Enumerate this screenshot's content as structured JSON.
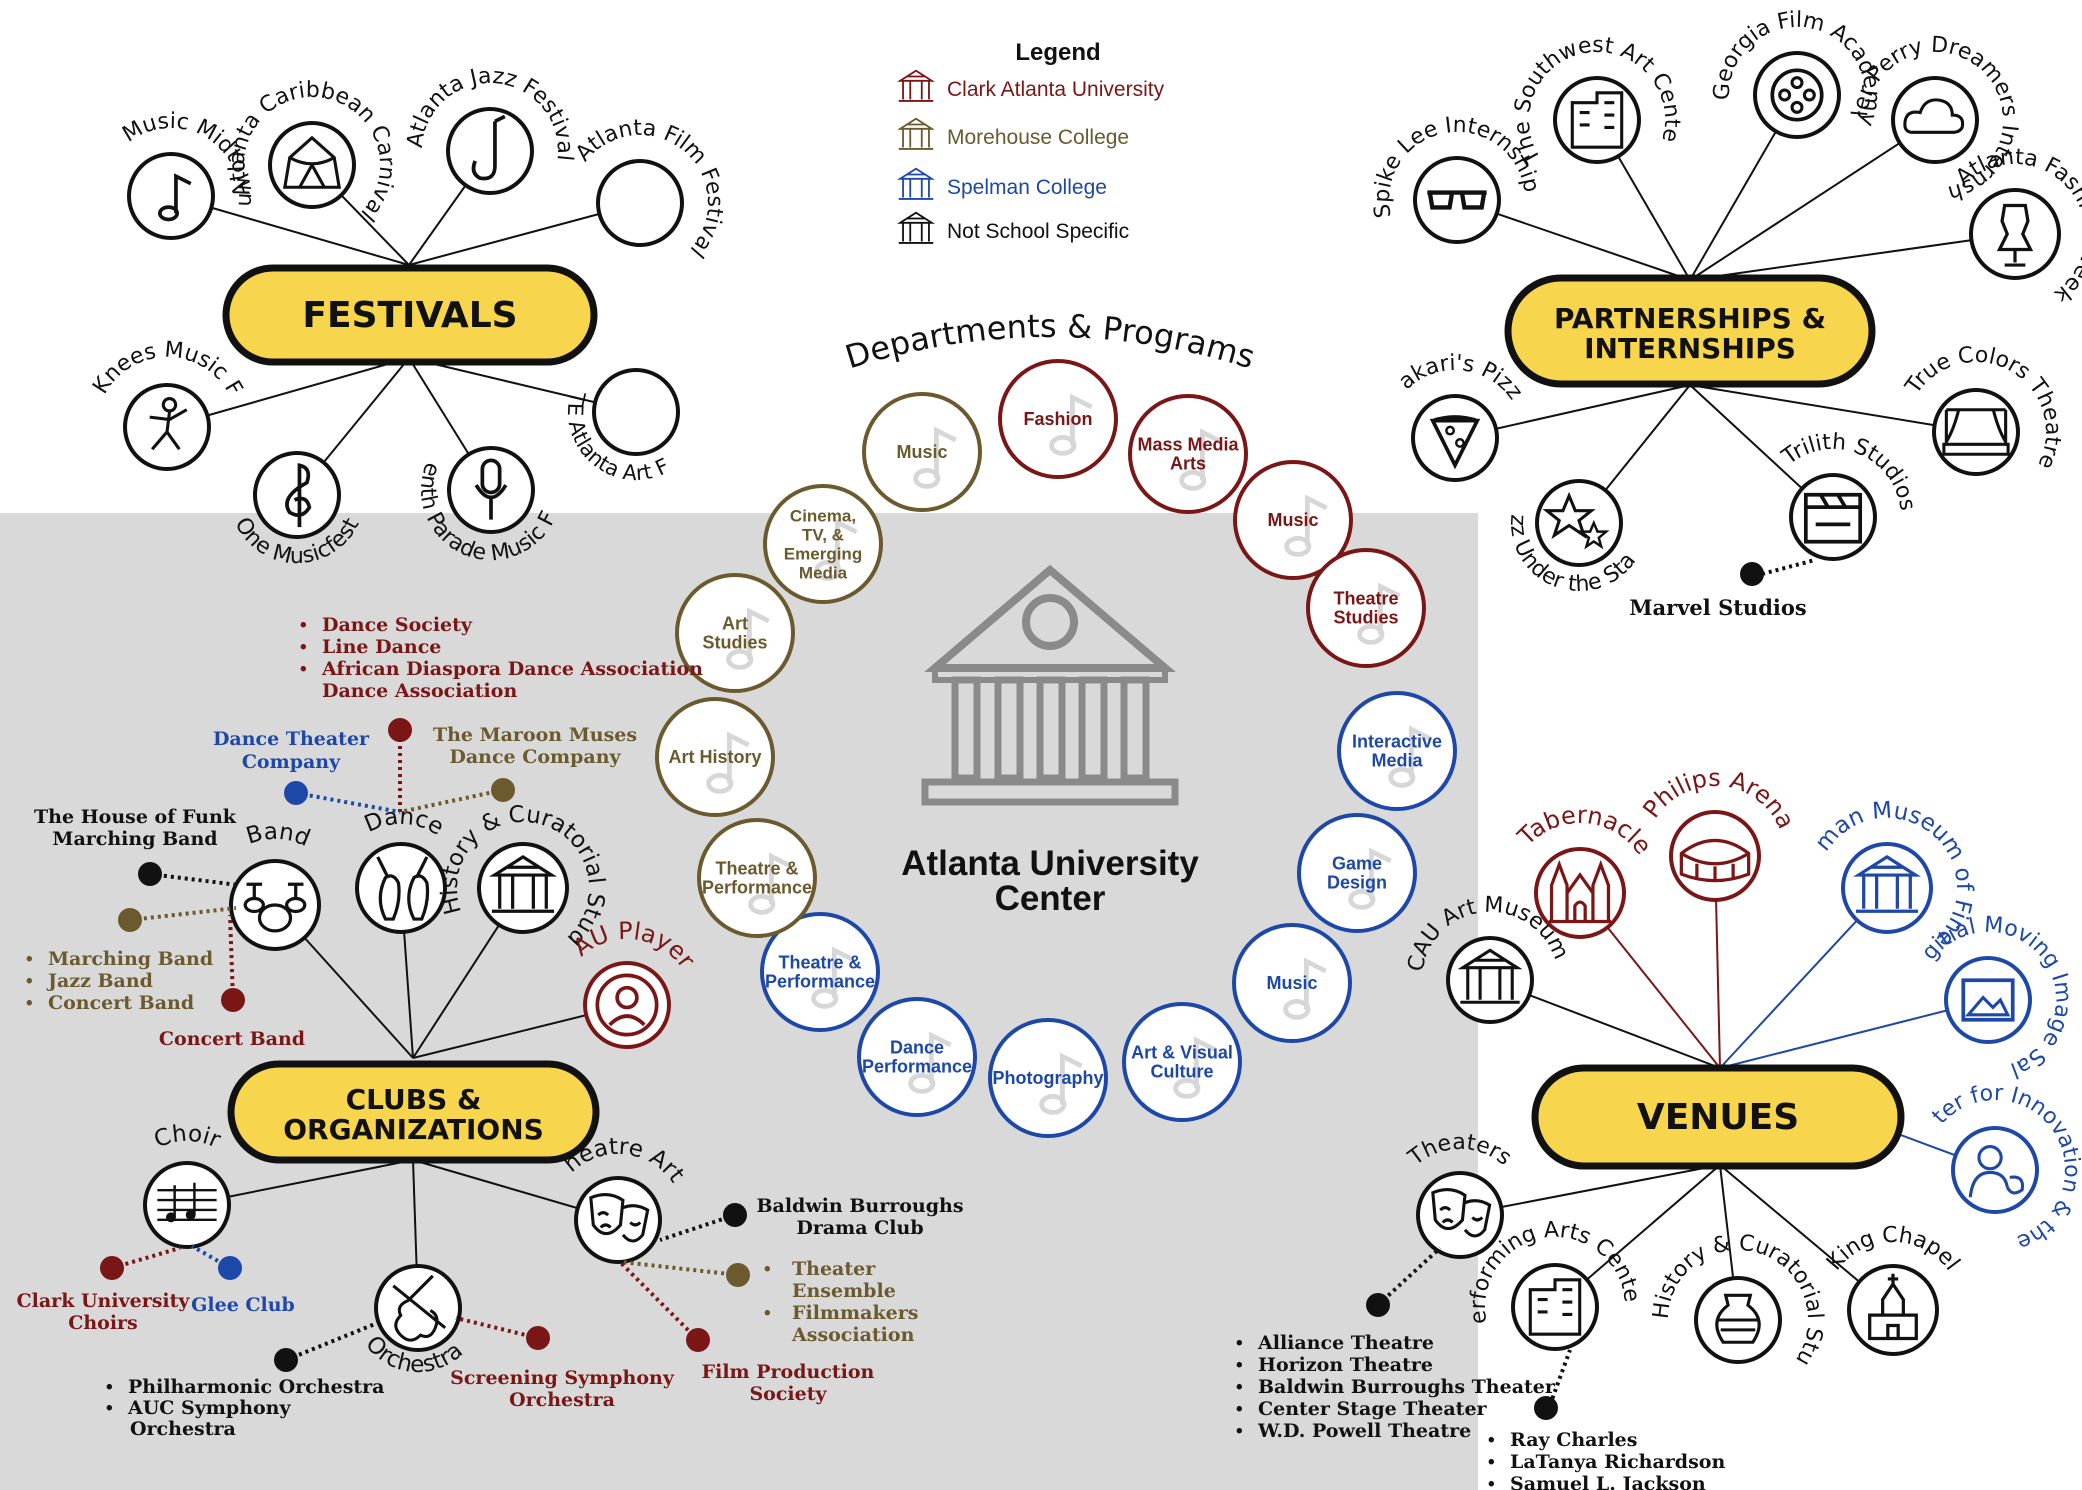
{
  "legend": {
    "title": "Legend",
    "items": [
      {
        "label": "Clark Atlanta University",
        "color": "#7a1616"
      },
      {
        "label": "Morehouse College",
        "color": "#6b5a2e"
      },
      {
        "label": "Spelman College",
        "color": "#1e48a8"
      },
      {
        "label": "Not School Specific",
        "color": "#111111"
      }
    ]
  },
  "colors": {
    "cau": "#7a1616",
    "mh": "#6b5a2e",
    "sp": "#1e48a8",
    "ns": "#111111",
    "gold": "#f7d54d",
    "panel": "#d9d9d9"
  },
  "center": {
    "title_line1": "Atlanta University",
    "title_line2": "Center",
    "ring_title": "Departments & Programs"
  },
  "departments": [
    {
      "line1": "Music",
      "line2": "",
      "line3": "",
      "line4": "",
      "school": "mh"
    },
    {
      "line1": "Fashion",
      "line2": "",
      "line3": "",
      "line4": "",
      "school": "cau"
    },
    {
      "line1": "Mass Media",
      "line2": "Arts",
      "line3": "",
      "line4": "",
      "school": "cau"
    },
    {
      "line1": "Music",
      "line2": "",
      "line3": "",
      "line4": "",
      "school": "cau"
    },
    {
      "line1": "Theatre",
      "line2": "Studies",
      "line3": "",
      "line4": "",
      "school": "cau"
    },
    {
      "line1": "Interactive",
      "line2": "Media",
      "line3": "",
      "line4": "",
      "school": "sp"
    },
    {
      "line1": "Game",
      "line2": "Design",
      "line3": "",
      "line4": "",
      "school": "sp"
    },
    {
      "line1": "Music",
      "line2": "",
      "line3": "",
      "line4": "",
      "school": "sp"
    },
    {
      "line1": "Art & Visual",
      "line2": "Culture",
      "line3": "",
      "line4": "",
      "school": "sp"
    },
    {
      "line1": "Photography",
      "line2": "",
      "line3": "",
      "line4": "",
      "school": "sp"
    },
    {
      "line1": "Dance",
      "line2": "Performance",
      "line3": "",
      "line4": "",
      "school": "sp"
    },
    {
      "line1": "Theatre &",
      "line2": "Performance",
      "line3": "",
      "line4": "",
      "school": "sp"
    },
    {
      "line1": "Theatre &",
      "line2": "Performance",
      "line3": "",
      "line4": "",
      "school": "mh"
    },
    {
      "line1": "Art History",
      "line2": "",
      "line3": "",
      "line4": "",
      "school": "mh"
    },
    {
      "line1": "Art",
      "line2": "Studies",
      "line3": "",
      "line4": "",
      "school": "mh"
    },
    {
      "line1": "Cinema,",
      "line2": "TV, &",
      "line3": "Emerging",
      "line4": "Media",
      "school": "mh"
    }
  ],
  "festivals": {
    "title": "FESTIVALS",
    "items": [
      {
        "name": "Music Midtown",
        "icon": "music-note-icon",
        "school": "ns"
      },
      {
        "name": "Atlanta Caribbean Carnival",
        "icon": "circus-tent-icon",
        "school": "ns"
      },
      {
        "name": "Atlanta Jazz Festival",
        "icon": "saxophone-icon",
        "school": "ns"
      },
      {
        "name": "Atlanta Film Festival",
        "icon": "",
        "school": "ns"
      },
      {
        "name": "Shaky Knees Music Festival",
        "icon": "dancer-icon",
        "school": "ns"
      },
      {
        "name": "One Musicfest",
        "icon": "treble-clef-icon",
        "school": "ns"
      },
      {
        "name": "Juneteenth Parade Music Festival",
        "icon": "microphone-icon",
        "school": "ns"
      },
      {
        "name": "ELEVATE Atlanta Art Festival",
        "icon": "",
        "school": "ns"
      }
    ]
  },
  "partnerships": {
    "title_line1": "PARTNERSHIPS &",
    "title_line2": "INTERNSHIPS",
    "items": [
      {
        "name": "Spike Lee Internship",
        "icon": "sunglasses-icon"
      },
      {
        "name": "The Southwest Art Center",
        "icon": "building-icon"
      },
      {
        "name": "Georgia Film Academy",
        "icon": "film-reel-icon"
      },
      {
        "name": "Tyler Perry Dreamers Internship",
        "icon": "cloud-icon"
      },
      {
        "name": "Atlanta Fashion Week",
        "icon": "dress-form-icon"
      },
      {
        "name": "Bakari's Pizza",
        "icon": "pizza-icon"
      },
      {
        "name": "Jazz Under the Stars",
        "icon": "stars-icon"
      },
      {
        "name": "Trilith Studios",
        "icon": "clapperboard-icon"
      },
      {
        "name": "True Colors Theatre",
        "icon": "stage-icon"
      }
    ],
    "sub": {
      "label": "Marvel Studios"
    }
  },
  "venues": {
    "title": "VENUES",
    "items": [
      {
        "name": "CAU Art Museum",
        "icon": "museum-icon",
        "school": "ns"
      },
      {
        "name": "Tabernacle",
        "icon": "cathedral-icon",
        "school": "cau"
      },
      {
        "name": "Philips Arena",
        "icon": "arena-icon",
        "school": "cau"
      },
      {
        "name": "Spelman Museum of Fine Arts",
        "icon": "museum-icon",
        "school": "sp"
      },
      {
        "name": "Digitial Moving Image Salon",
        "icon": "picture-icon",
        "school": "sp"
      },
      {
        "name": "Center for Innovation & the Arts",
        "icon": "artist-icon",
        "school": "sp"
      },
      {
        "name": "Theaters",
        "icon": "theatre-masks-icon",
        "school": "ns"
      },
      {
        "name": "Performing Arts Centers",
        "icon": "building-icon",
        "school": "ns"
      },
      {
        "name": "Art History & Curatorial Studies",
        "icon": "pottery-icon",
        "school": "ns"
      },
      {
        "name": "King Chapel",
        "icon": "chapel-icon",
        "school": "ns"
      }
    ],
    "theaters_list": [
      "Alliance Theatre",
      "Horizon Theatre",
      "Baldwin Burroughs Theater",
      "Center Stage Theater",
      "W.D. Powell Theatre"
    ],
    "pac_list": [
      "Ray Charles",
      "LaTanya Richardson",
      "Samuel L. Jackson"
    ]
  },
  "clubs": {
    "title_line1": "CLUBS &",
    "title_line2": "ORGANIZATIONS",
    "items": [
      {
        "name": "Band",
        "icon": "drum-kit-icon",
        "school": "ns"
      },
      {
        "name": "Dance",
        "icon": "ballet-shoes-icon",
        "school": "ns"
      },
      {
        "name": "Art History & Curatorial Studies",
        "icon": "museum-icon",
        "school": "ns"
      },
      {
        "name": "CAU Players",
        "icon": "person-icon",
        "school": "cau"
      },
      {
        "name": "Choir",
        "icon": "music-sheet-icon",
        "school": "ns"
      },
      {
        "name": "Orchestra",
        "icon": "violin-icon",
        "school": "ns"
      },
      {
        "name": "Theatre Arts",
        "icon": "theatre-masks-icon",
        "school": "ns"
      }
    ],
    "band": {
      "house_of_funk": "The House of Funk Marching Band",
      "morehouse_list": [
        "Marching Band",
        "Jazz Band",
        "Concert Band"
      ],
      "cau": "Concert Band"
    },
    "dance": {
      "cau_list": [
        "Dance Society",
        "Line Dance",
        "African Diaspora Dance Association"
      ],
      "spelman": "Dance Theater Company",
      "morehouse": "The Maroon Muses Dance Company"
    },
    "choir": {
      "cau": "Clark University Choirs",
      "spelman": "Glee Club"
    },
    "orchestra": {
      "ns_list": [
        "Philharmonic Orchestra",
        "AUC Symphony Orchestra"
      ],
      "cau": "Screening Symphony Orchestra"
    },
    "theatre": {
      "ns": "Baldwin Burroughs Drama Club",
      "mh_list": [
        "Theater Ensemble",
        "Filmmakers Association"
      ],
      "cau": "Film Production Society"
    }
  }
}
